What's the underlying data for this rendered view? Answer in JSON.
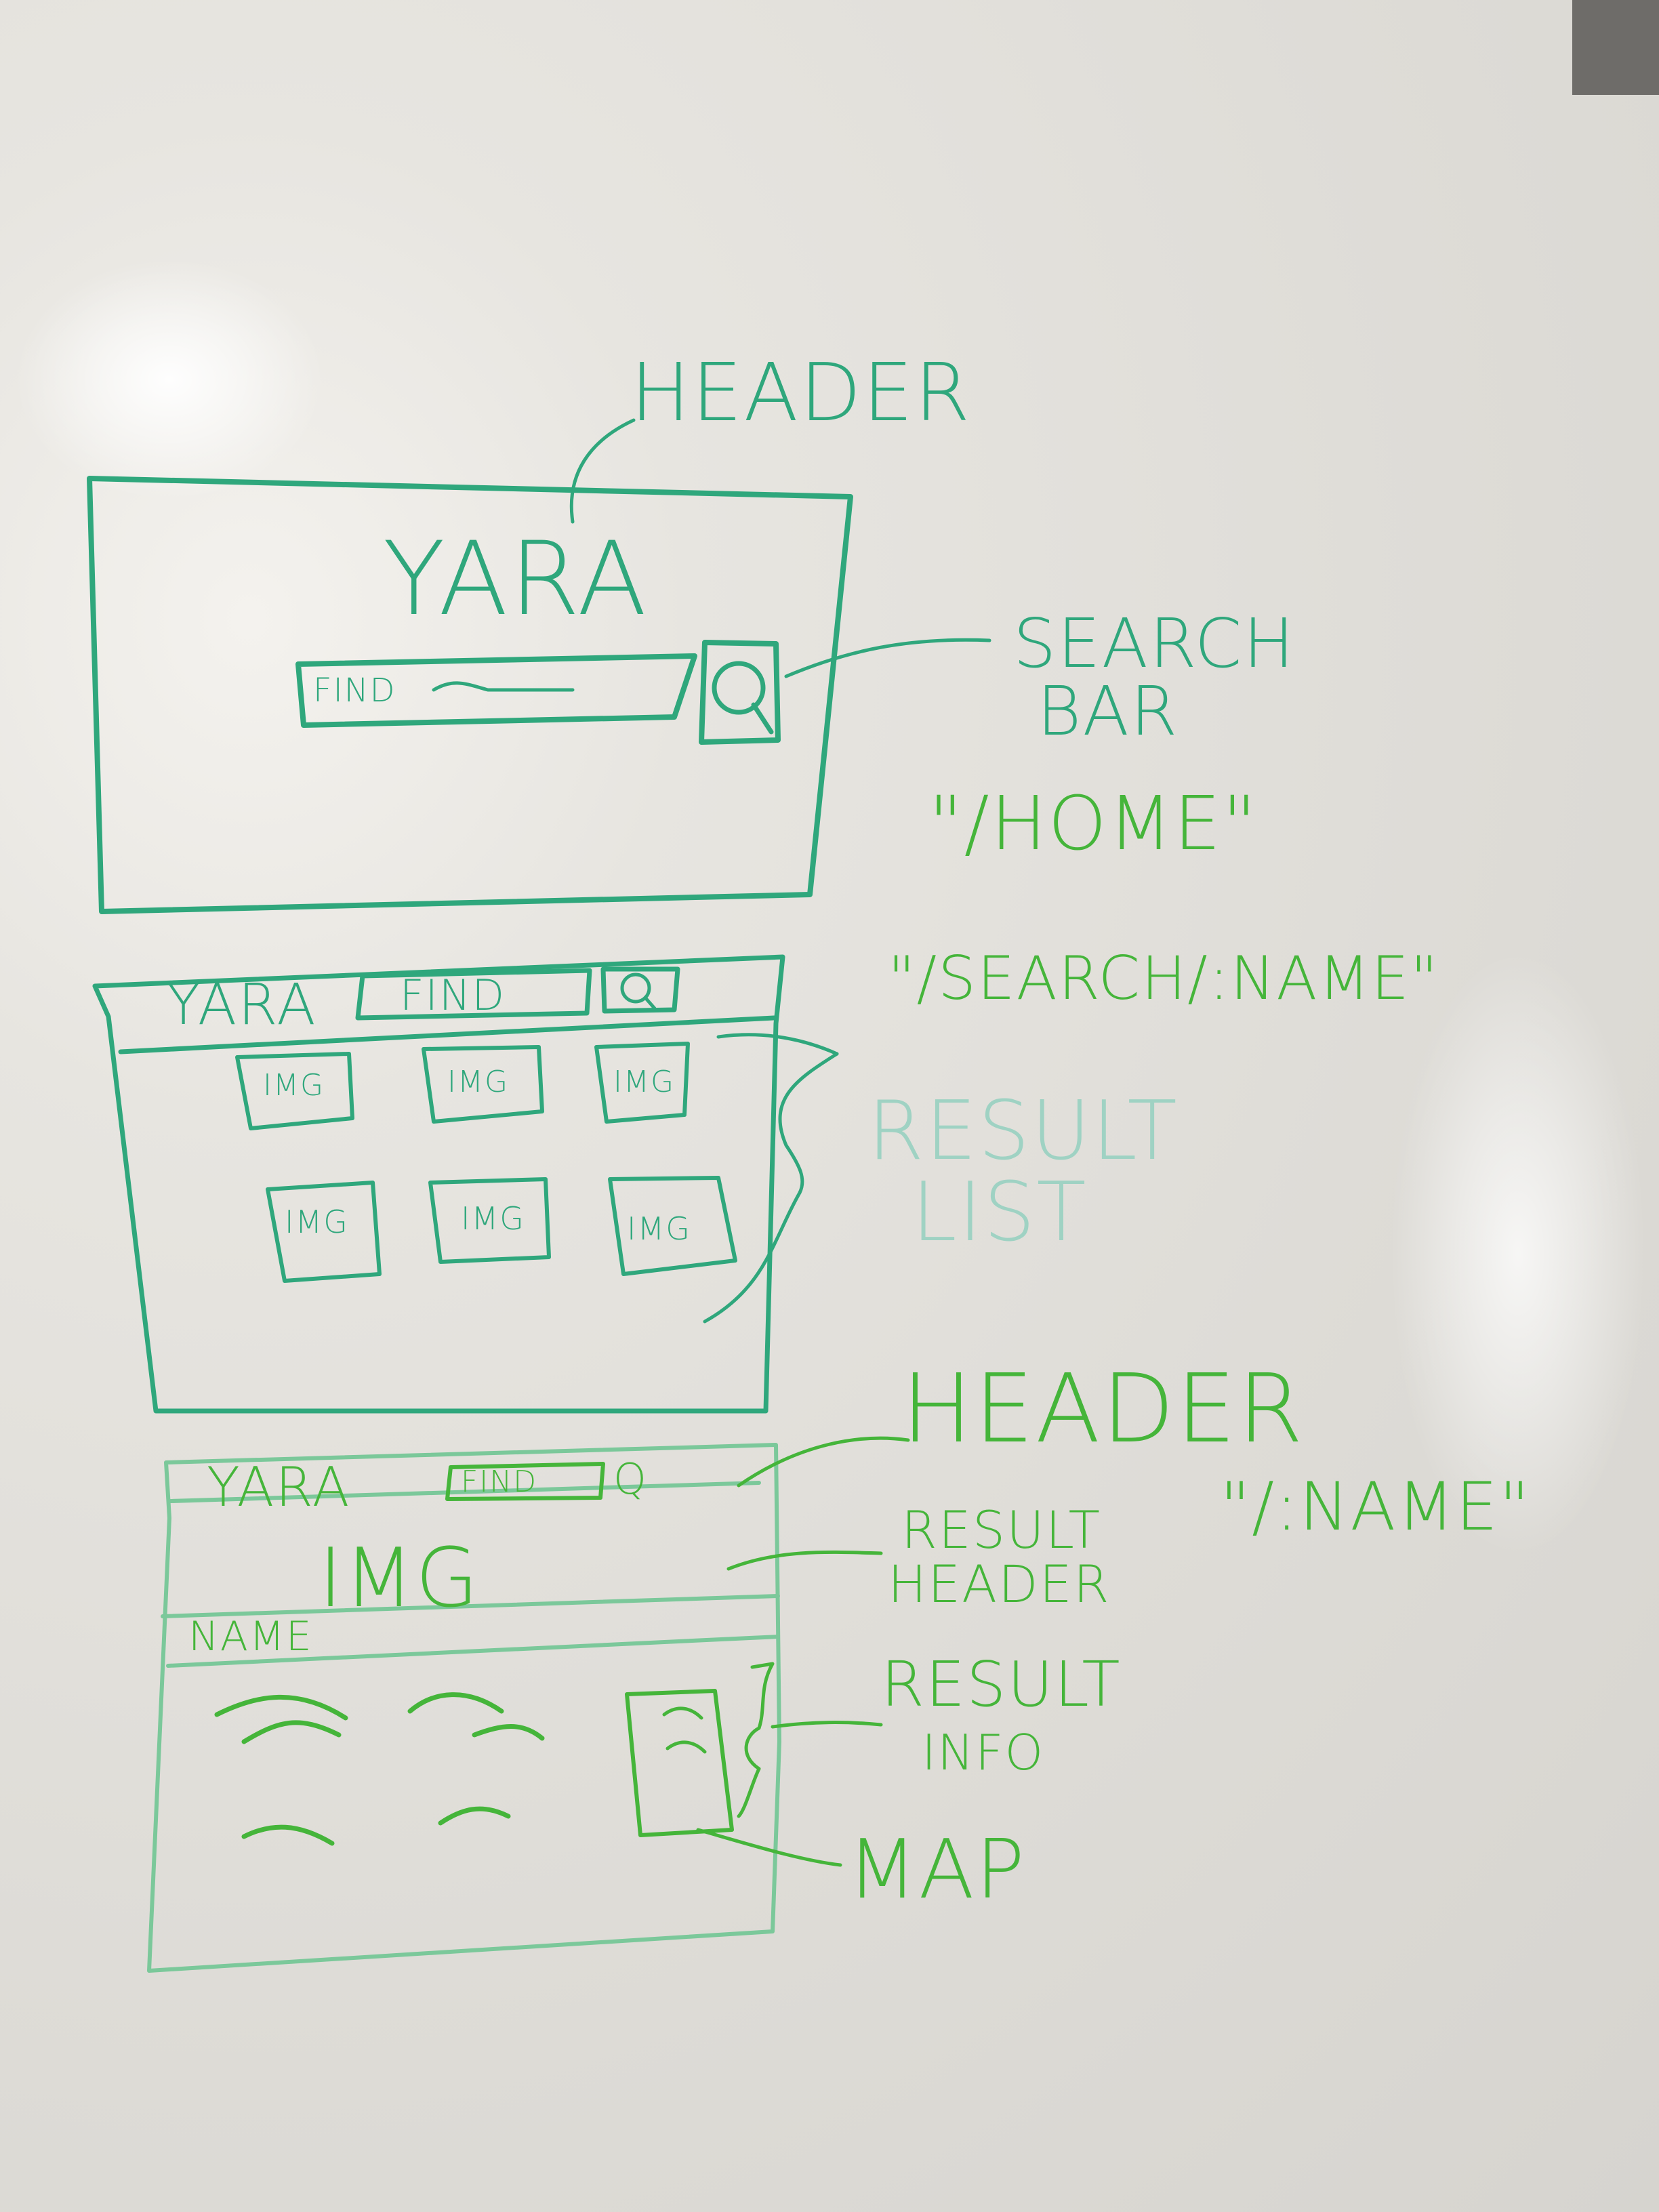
{
  "wireframe_home": {
    "header_label": "HEADER",
    "logo": "YARA",
    "find_label": "FIND",
    "search_icon": "search-icon",
    "search_bar_label_line1": "SEARCH",
    "search_bar_label_line2": "BAR",
    "route": "\"/HOME\""
  },
  "wireframe_search": {
    "logo": "YARA",
    "find_label": "FIND",
    "search_icon": "search-icon",
    "route": "\"/SEARCH/:NAME\"",
    "result_items": [
      "IMG",
      "IMG",
      "IMG",
      "IMG",
      "IMG",
      "IMG"
    ],
    "result_list_line1": "RESULT",
    "result_list_line2": "LIST"
  },
  "wireframe_detail": {
    "logo": "YARA",
    "find_label": "FIND",
    "search_icon_glyph": "Q",
    "header_label": "HEADER",
    "route": "\"/:NAME\"",
    "image_label": "IMG",
    "name_label": "NAME",
    "result_header_line1": "RESULT",
    "result_header_line2": "HEADER",
    "result_info_line1": "RESULT",
    "result_info_line2": "INFO",
    "map_label": "MAP"
  },
  "colors": {
    "teal_marker": "#2fa77c",
    "green_marker": "#45b53a",
    "board": "#e2e0db"
  }
}
